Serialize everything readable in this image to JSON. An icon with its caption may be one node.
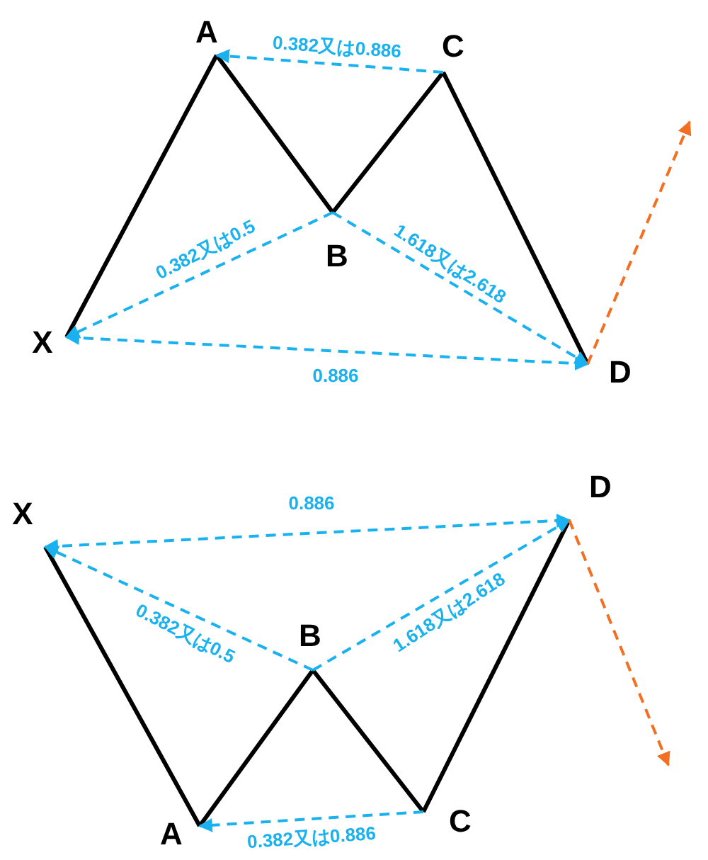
{
  "diagram": {
    "nodes": [
      {
        "text": [
          "A"
        ]
      },
      {
        "text": [
          "C"
        ]
      },
      {
        "text": [
          "B"
        ]
      },
      {
        "text": [
          "X"
        ]
      },
      {
        "text": [
          "D"
        ]
      },
      {
        "text": [
          "D"
        ]
      },
      {
        "text": [
          "X"
        ]
      },
      {
        "text": [
          "B"
        ]
      },
      {
        "text": [
          "C"
        ]
      },
      {
        "text": [
          "A"
        ]
      }
    ],
    "edges": [
      {
        "from": 3,
        "to": 0,
        "arrow": "none"
      },
      {
        "from": 0,
        "to": 2,
        "arrow": "none"
      },
      {
        "from": 2,
        "to": 1,
        "arrow": "none"
      },
      {
        "from": 1,
        "to": 4,
        "arrow": "none"
      },
      {
        "from": 1,
        "to": 0,
        "arrow": "to",
        "label": "0.382又は0.886",
        "style": "dashed",
        "color": "#1ab2ee"
      },
      {
        "from": 2,
        "to": 3,
        "arrow": "to",
        "label": "0.382又は0.5",
        "style": "dashed",
        "color": "#1ab2ee"
      },
      {
        "from": 2,
        "to": 4,
        "arrow": "to",
        "label": "1.618又は2.618",
        "style": "dashed",
        "color": "#1ab2ee"
      },
      {
        "from": 3,
        "to": 4,
        "arrow": "both",
        "label": "0.886",
        "style": "dashed",
        "color": "#1ab2ee"
      },
      {
        "from": 4,
        "to": null,
        "arrow": "to",
        "style": "dashed",
        "color": "#f36f21"
      },
      {
        "from": 6,
        "to": 9,
        "arrow": "none"
      },
      {
        "from": 9,
        "to": 7,
        "arrow": "none"
      },
      {
        "from": 7,
        "to": 8,
        "arrow": "none"
      },
      {
        "from": 8,
        "to": 5,
        "arrow": "none"
      },
      {
        "from": 8,
        "to": 9,
        "arrow": "to",
        "label": "0.382又は0.886",
        "style": "dashed",
        "color": "#1ab2ee"
      },
      {
        "from": 7,
        "to": 6,
        "arrow": "to",
        "label": "0.382又は0.5",
        "style": "dashed",
        "color": "#1ab2ee"
      },
      {
        "from": 7,
        "to": 5,
        "arrow": "to",
        "label": "1.618又は2.618",
        "style": "dashed",
        "color": "#1ab2ee"
      },
      {
        "from": 6,
        "to": 5,
        "arrow": "both",
        "label": "0.886",
        "style": "dashed",
        "color": "#1ab2ee"
      },
      {
        "from": 5,
        "to": null,
        "arrow": "to",
        "style": "dashed",
        "color": "#f36f21"
      }
    ]
  }
}
